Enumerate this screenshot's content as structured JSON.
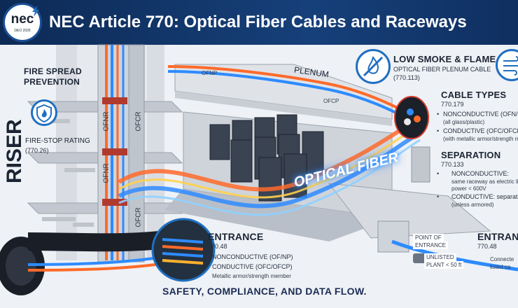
{
  "header": {
    "logo_text": "nec",
    "logo_sub": "DEO 2026",
    "title": "NEC Article 770: Optical Fiber Cables and Raceways"
  },
  "riser": {
    "label": "RISER",
    "fire_spread": {
      "line1": "FIRE SPREAD",
      "line2": "PREVENTION"
    },
    "fire_stop": {
      "label": "FIRE-STOP RATING",
      "ref": "(770.26)"
    },
    "cable_labels": [
      "OFNR",
      "OFCR",
      "OFNR",
      "OFCR"
    ]
  },
  "plenum": {
    "label": "PLENUM",
    "cable_labels": [
      "OFNP",
      "OFCP"
    ]
  },
  "fiber_label": "OPTICAL FIBER",
  "low_smoke": {
    "title": "LOW SMOKE & FLAME",
    "subtitle": "OPTICAL FIBER PLENUM CABLE",
    "ref": "(770.113)"
  },
  "cable_types": {
    "title": "CABLE TYPES",
    "ref": "770.179",
    "item1": "NONCONDUCTIVE (OFN/OFNP)",
    "item1_note": "(all glass/plastic)",
    "item2": "CONDUCTIVE (OFC/OFCP)",
    "item2_note": "(with metallic armor/strength m"
  },
  "separation": {
    "title": "SEPARATION",
    "ref": "770.133",
    "item1": "NONCONDUCTIVE:",
    "item1_note1": "same raceway as electric li",
    "item1_note2": "power < 600V",
    "item2": "CONDUCTIVE: separation",
    "item2_note": "(unless armored)"
  },
  "entrance_left": {
    "title": "ENTRANCE",
    "ref": "770.48",
    "item1": "NONCONDUCTIVE (OF/NP)",
    "item2": "CONDUCTIVE (OFC/OFCP)",
    "item2_note": "Metallic armor/strength member"
  },
  "entrance_right": {
    "title": "ENTRANCI",
    "ref": "770.48",
    "poe_line1": "POINT OF",
    "poe_line2": "ENTRANCE",
    "unlisted_line1": "UNLISTED",
    "unlisted_line2": "PLANT < 50 ft",
    "connect_line1": "Connecte",
    "connect_line2": "listed ca"
  },
  "footer": "SAFETY, COMPLIANCE, AND DATA FLOW.",
  "colors": {
    "header_bg": "#0d2a55",
    "accent_blue": "#1f6fc0",
    "fiber_orange": "#ff6a2a",
    "fiber_blue": "#2e8bff",
    "firestop_red": "#c0392b"
  }
}
